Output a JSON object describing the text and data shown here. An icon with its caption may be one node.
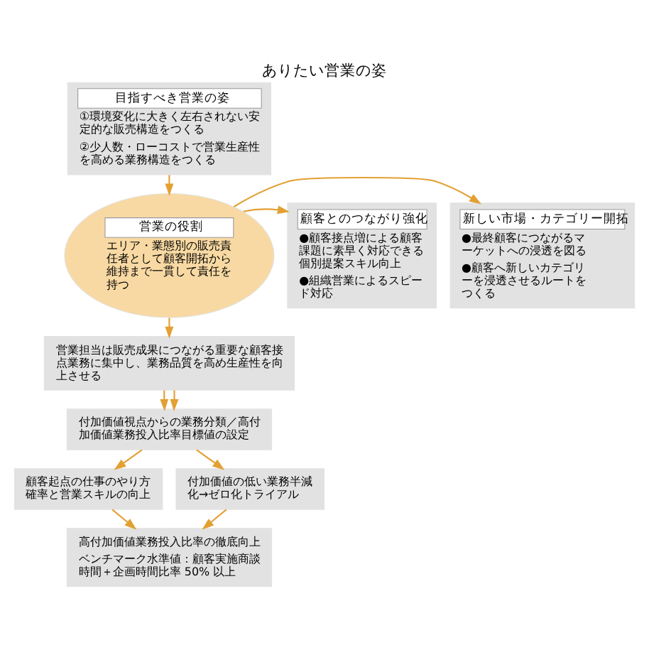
{
  "diagram": {
    "title": "ありたい営業の姿",
    "nodes": [
      {
        "text": [
          "目指すべき営業の姿",
          "①環境変化に大きく左右されない安定的な販売構造をつくる",
          "②少人数・ローコストで営業生産性を高める業務構造をつくる"
        ]
      },
      {
        "text": [
          "新しい市場・カテゴリー開拓",
          "●最終顧客につながるマーケットへの浸透を図る",
          "●顧客へ新しいカテゴリーを浸透させるルートをつくる"
        ]
      },
      {
        "text": [
          "営業の役割",
          "エリア・業態別の販売責任者として顧客開拓から維持まで一貫して責任を持つ"
        ]
      },
      {
        "text": [
          "顧客とのつながり強化",
          "●顧客接点増による顧客課題に素早く対応できる個別提案スキル向上",
          "●組織営業によるスピード対応"
        ]
      },
      {
        "text": [
          "営業担当は販売成果につながる重要な顧客接点業務に集中し、業務品質を高め生産性を向上させる"
        ]
      },
      {
        "text": [
          "付加価値視点からの業務分類／高付加価値業務投入比率目標値の設定"
        ]
      },
      {
        "text": [
          "顧客起点の仕事のやり方確率と営業スキルの向上"
        ]
      },
      {
        "text": [
          "付加価値の低い業務半減化→ゼロ化トライアル"
        ]
      },
      {
        "text": [
          "高付加価値業務投入比率の徹底向上",
          "ベンチマーク水準値：顧客実施商談時間＋企画時間比率 50% 以上"
        ]
      }
    ],
    "edges": [
      {
        "from": 0,
        "to": 2,
        "arrow": "to"
      },
      {
        "from": 2,
        "to": 1,
        "arrow": "to"
      },
      {
        "from": 2,
        "to": 3,
        "arrow": "to"
      },
      {
        "from": 2,
        "to": 4,
        "arrow": "to"
      },
      {
        "from": 4,
        "to": 5,
        "arrow": "to"
      },
      {
        "from": 4,
        "to": 5,
        "arrow": "to"
      },
      {
        "from": 5,
        "to": 6,
        "arrow": "to"
      },
      {
        "from": 5,
        "to": 7,
        "arrow": "to"
      },
      {
        "from": 6,
        "to": 8,
        "arrow": "to"
      },
      {
        "from": 7,
        "to": 8,
        "arrow": "to"
      }
    ]
  }
}
